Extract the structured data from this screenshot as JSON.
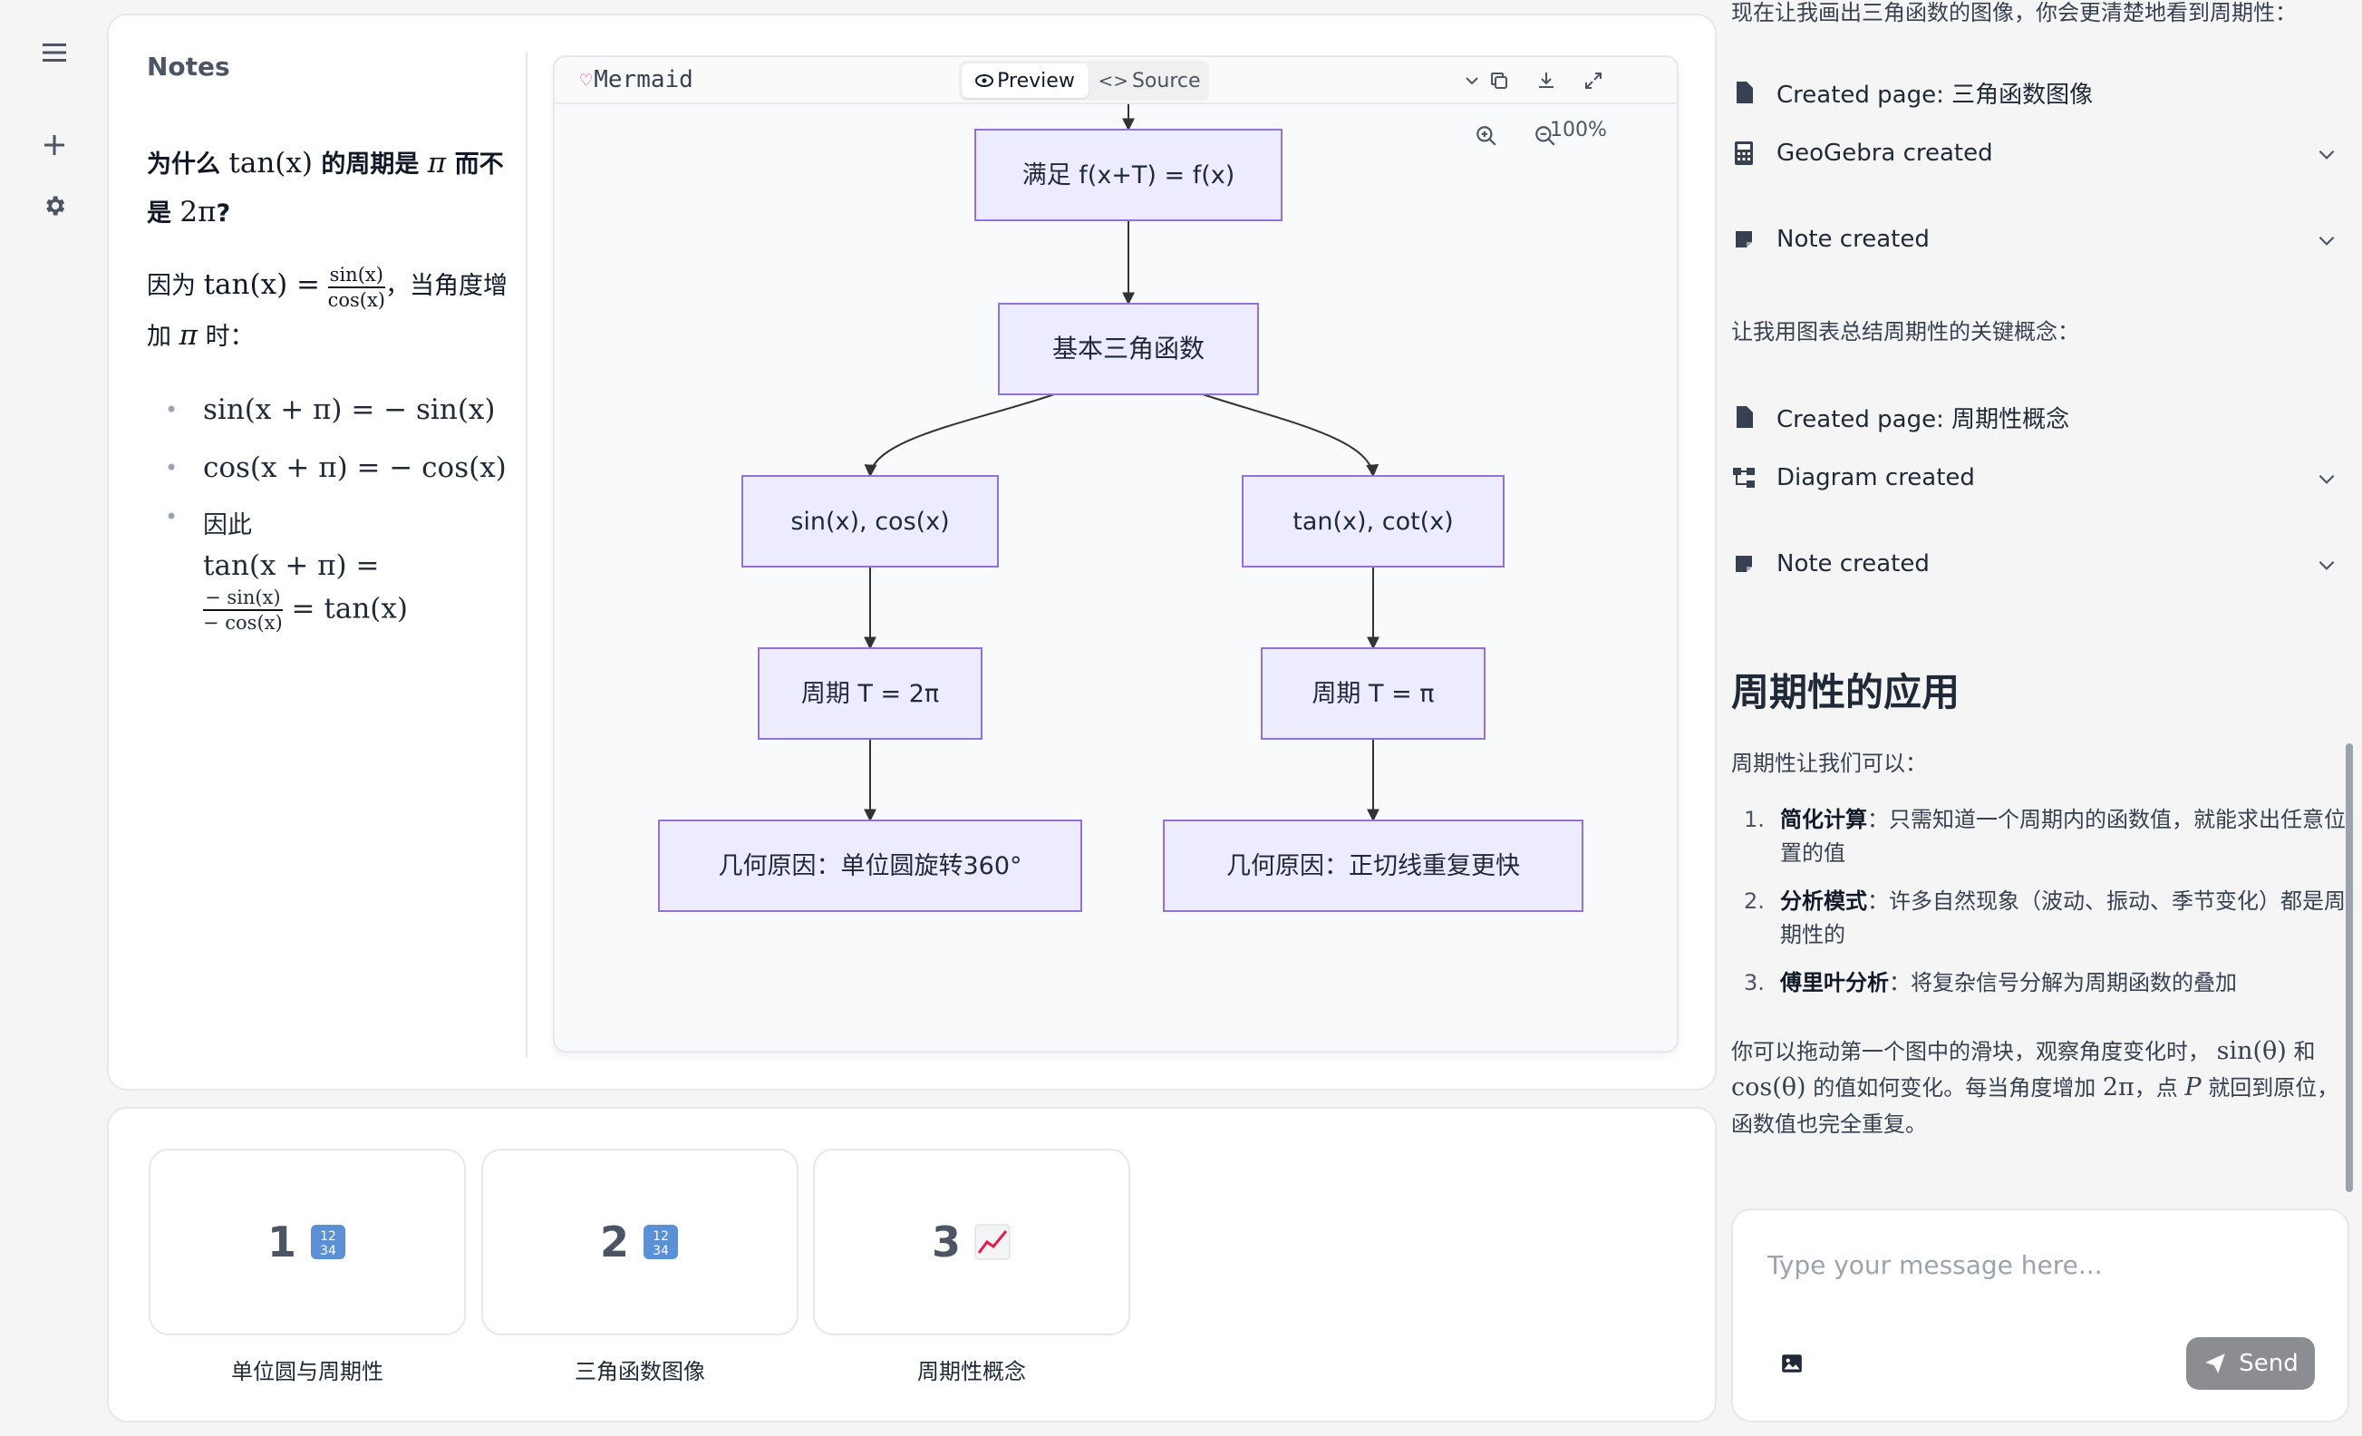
{
  "sidebar": {
    "icons": [
      "menu-icon",
      "plus-icon",
      "gear-icon"
    ]
  },
  "notes": {
    "heading": "Notes",
    "q_prefix": "为什么",
    "q_tan": "tan(x)",
    "q_mid": "的周期是",
    "q_pi": "π",
    "q_mid2": "而不是",
    "q_2pi": "2π",
    "q_end": "?",
    "because": "因为",
    "eq_tan": "tan(x) =",
    "frac_num": "sin(x)",
    "frac_den": "cos(x)",
    "when": "，当角度增加",
    "pi": "π",
    "when_end": "时：",
    "bullets": [
      "sin(x + π) = − sin(x)",
      "cos(x + π) = − cos(x)"
    ],
    "therefore": "因此",
    "therefore_eq1": "tan(x + π) =",
    "therefore_num": "− sin(x)",
    "therefore_den": "− cos(x)",
    "therefore_eq2": "= tan(x)"
  },
  "mermaid": {
    "title": "Mermaid",
    "preview_label": "Preview",
    "source_label": "Source",
    "zoom": "100%",
    "icons": [
      "chevron-down-icon",
      "copy-icon",
      "download-icon",
      "expand-icon",
      "zoom-in-icon",
      "zoom-out-icon"
    ]
  },
  "diagram": {
    "nodes": {
      "periodic": "满足 f(x+T) = f(x)",
      "basic": "基本三角函数",
      "sincos": "sin(x), cos(x)",
      "tancot": "tan(x), cot(x)",
      "p2pi": "周期 T = 2π",
      "ppi": "周期 T = π",
      "geo1": "几何原因：单位圆旋转360°",
      "geo2": "几何原因：正切线重复更快"
    },
    "edges": [
      [
        "periodic",
        "basic"
      ],
      [
        "basic",
        "sincos"
      ],
      [
        "basic",
        "tancot"
      ],
      [
        "sincos",
        "p2pi"
      ],
      [
        "tancot",
        "ppi"
      ],
      [
        "p2pi",
        "geo1"
      ],
      [
        "ppi",
        "geo2"
      ]
    ],
    "colors": {
      "fill": "#ececfe",
      "stroke": "#9370db"
    }
  },
  "tiles": [
    {
      "num": "1",
      "emoji": "numbers-emoji",
      "label": "单位圆与周期性"
    },
    {
      "num": "2",
      "emoji": "numbers-emoji",
      "label": "三角函数图像"
    },
    {
      "num": "3",
      "emoji": "chart-increasing-emoji",
      "label": "周期性概念"
    }
  ],
  "chat": {
    "top_text": "现在让我画出三角函数的图像，你会更清楚地看到周期性：",
    "rows1": [
      {
        "label": "Created page: 三角函数图像",
        "icon": "page-icon"
      },
      {
        "label": "GeoGebra created",
        "icon": "calculator-icon"
      },
      {
        "label": "Note created",
        "icon": "note-icon"
      }
    ],
    "mid_text": "让我用图表总结周期性的关键概念：",
    "rows2": [
      {
        "label": "Created page: 周期性概念",
        "icon": "page-icon"
      },
      {
        "label": "Diagram created",
        "icon": "diagram-icon"
      },
      {
        "label": "Note created",
        "icon": "note-icon"
      }
    ],
    "heading": "周期性的应用",
    "intro": "周期性让我们可以：",
    "list": [
      {
        "n": "1.",
        "bold": "简化计算",
        "text": "：只需知道一个周期内的函数值，就能求出任意位置的值"
      },
      {
        "n": "2.",
        "bold": "分析模式",
        "text": "：许多自然现象（波动、振动、季节变化）都是周期性的"
      },
      {
        "n": "3.",
        "bold": "傅里叶分析",
        "text": "：将复杂信号分解为周期函数的叠加"
      }
    ],
    "final_a": "你可以拖动第一个图中的滑块，观察角度变化时，",
    "final_sin": "sin(θ)",
    "final_and": "和",
    "final_cos": "cos(θ)",
    "final_b": "的值如何变化。每当角度增加",
    "final_2pi": "2π",
    "final_c": "，点",
    "final_p": "P",
    "final_d": "就回到原位，函数值也完全重复。",
    "input_placeholder": "Type your message here...",
    "send_label": "Send"
  }
}
